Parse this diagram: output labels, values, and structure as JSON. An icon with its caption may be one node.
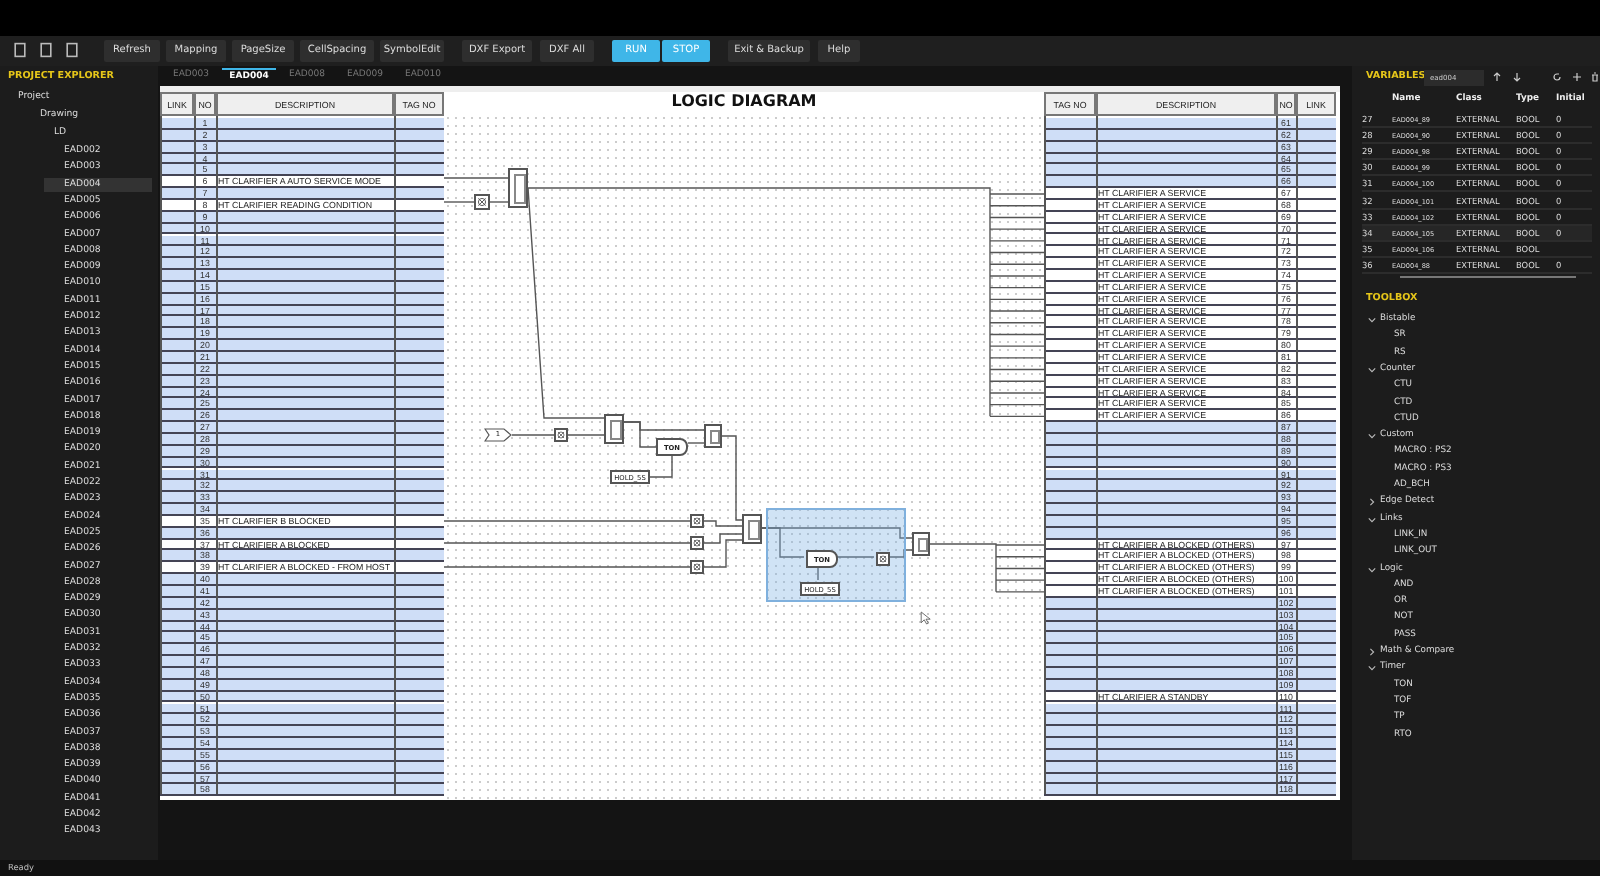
{
  "diagram": {
    "title": "LOGIC DIAGRAM",
    "nodes": [
      {
        "text": [],
        "shape": "box"
      },
      {
        "text": [],
        "shape": "box"
      },
      {
        "text": [
          "1"
        ]
      },
      {
        "text": [],
        "shape": "box"
      },
      {
        "text": [],
        "shape": "box"
      },
      {
        "text": [
          "TON"
        ]
      },
      {
        "text": [
          "HOLD_5S"
        ]
      },
      {
        "text": [],
        "shape": "box"
      },
      {
        "text": [],
        "shape": "box"
      },
      {
        "text": [],
        "shape": "box"
      },
      {
        "text": [],
        "shape": "box"
      },
      {
        "text": [],
        "shape": "box"
      },
      {
        "text": [],
        "shape": "box"
      },
      {
        "text": [
          "TON"
        ],
        "in": 12
      },
      {
        "text": [
          "HOLD_5S"
        ],
        "in": 12
      },
      {
        "text": [],
        "shape": "box",
        "in": 12
      },
      {
        "text": [],
        "shape": "box"
      }
    ],
    "edges": [
      {
        "from": null,
        "to": 0,
        "arrow": "none"
      },
      {
        "from": null,
        "to": 1,
        "arrow": "none"
      },
      {
        "from": 1,
        "to": 0,
        "arrow": "none"
      },
      {
        "from": 0,
        "to": 4,
        "arrow": "none"
      },
      {
        "from": 2,
        "to": 3,
        "arrow": "none"
      },
      {
        "from": 3,
        "to": 4,
        "arrow": "none"
      },
      {
        "from": 4,
        "to": 5,
        "arrow": "none"
      },
      {
        "from": 4,
        "to": 7,
        "arrow": "none"
      },
      {
        "from": 5,
        "to": 7,
        "arrow": "none"
      },
      {
        "from": 6,
        "to": 5,
        "arrow": "none"
      },
      {
        "from": 7,
        "to": 8,
        "arrow": "none"
      },
      {
        "from": null,
        "to": 9,
        "arrow": "none"
      },
      {
        "from": 9,
        "to": 8,
        "arrow": "none"
      },
      {
        "from": null,
        "to": 10,
        "arrow": "none"
      },
      {
        "from": 10,
        "to": 8,
        "arrow": "none"
      },
      {
        "from": null,
        "to": 11,
        "arrow": "none"
      },
      {
        "from": 11,
        "to": 8,
        "arrow": "none"
      },
      {
        "from": 8,
        "to": 16,
        "arrow": "none"
      },
      {
        "from": 8,
        "to": 13,
        "arrow": "none"
      },
      {
        "from": 13,
        "to": 15,
        "arrow": "none"
      },
      {
        "from": 15,
        "to": 16,
        "arrow": "none"
      },
      {
        "from": 14,
        "to": 13,
        "arrow": "none"
      },
      {
        "from": 16,
        "to": null,
        "arrow": "none"
      },
      {
        "from": 0,
        "to": null,
        "arrow": "none"
      }
    ],
    "labels": [
      "Refresh",
      "Mapping",
      "PageSize",
      "CellSpacing",
      "SymbolEdit",
      "DXF Export",
      "DXF All",
      "RUN",
      "STOP",
      "Exit & Backup",
      "Help",
      "PROJECT EXPLORER",
      "EAD003",
      "EAD004",
      "EAD008",
      "EAD009",
      "EAD010",
      "Project",
      "Drawing",
      "LD",
      "EAD002",
      "EAD003",
      "EAD004",
      "EAD005",
      "EAD006",
      "EAD007",
      "EAD008",
      "EAD009",
      "EAD010",
      "EAD011",
      "EAD012",
      "EAD013",
      "EAD014",
      "EAD015",
      "EAD016",
      "EAD017",
      "EAD018",
      "EAD019",
      "EAD020",
      "EAD021",
      "EAD022",
      "EAD023",
      "EAD024",
      "EAD025",
      "EAD026",
      "EAD027",
      "EAD028",
      "EAD029",
      "EAD030",
      "EAD031",
      "EAD032",
      "EAD033",
      "EAD034",
      "EAD035",
      "EAD036",
      "EAD037",
      "EAD038",
      "EAD039",
      "EAD040",
      "EAD041",
      "EAD042",
      "EAD043",
      "LINK",
      "NO",
      "DESCRIPTION",
      "TAG NO",
      "1",
      "2",
      "3",
      "4",
      "5",
      "6",
      "7",
      "8",
      "9",
      "10",
      "11",
      "12",
      "13",
      "14",
      "15",
      "16",
      "17",
      "18",
      "19",
      "20",
      "21",
      "22",
      "23",
      "24",
      "25",
      "26",
      "27",
      "28",
      "29",
      "30",
      "31",
      "32",
      "33",
      "34",
      "35",
      "36",
      "37",
      "38",
      "39",
      "40",
      "41",
      "42",
      "43",
      "44",
      "45",
      "46",
      "47",
      "48",
      "49",
      "50",
      "51",
      "52",
      "53",
      "54",
      "55",
      "56",
      "57",
      "58",
      "HT CLARIFIER A AUTO SERVICE MODE",
      "HT CLARIFIER READING CONDITION",
      "HT CLARIFIER B BLOCKED",
      "HT CLARIFIER A BLOCKED",
      "HT CLARIFIER A BLOCKED - FROM HOST",
      "TAG NO",
      "DESCRIPTION",
      "NO",
      "LINK",
      "61",
      "62",
      "63",
      "64",
      "65",
      "66",
      "67",
      "68",
      "69",
      "70",
      "71",
      "72",
      "73",
      "74",
      "75",
      "76",
      "77",
      "78",
      "79",
      "80",
      "81",
      "82",
      "83",
      "84",
      "85",
      "86",
      "87",
      "88",
      "89",
      "90",
      "91",
      "92",
      "93",
      "94",
      "95",
      "96",
      "97",
      "98",
      "99",
      "100",
      "101",
      "102",
      "103",
      "104",
      "105",
      "106",
      "107",
      "108",
      "109",
      "110",
      "111",
      "112",
      "113",
      "114",
      "115",
      "116",
      "117",
      "118",
      "HT CLARIFIER A SERVICE",
      "HT CLARIFIER A SERVICE",
      "HT CLARIFIER A SERVICE",
      "HT CLARIFIER A SERVICE",
      "HT CLARIFIER A SERVICE",
      "HT CLARIFIER A SERVICE",
      "HT CLARIFIER A SERVICE",
      "HT CLARIFIER A SERVICE",
      "HT CLARIFIER A SERVICE",
      "HT CLARIFIER A SERVICE",
      "HT CLARIFIER A SERVICE",
      "HT CLARIFIER A SERVICE",
      "HT CLARIFIER A SERVICE",
      "HT CLARIFIER A SERVICE",
      "HT CLARIFIER A SERVICE",
      "HT CLARIFIER A SERVICE",
      "HT CLARIFIER A SERVICE",
      "HT CLARIFIER A SERVICE",
      "HT CLARIFIER A SERVICE",
      "HT CLARIFIER A SERVICE",
      "HT CLARIFIER A BLOCKED (OTHERS)",
      "HT CLARIFIER A BLOCKED (OTHERS)",
      "HT CLARIFIER A BLOCKED (OTHERS)",
      "HT CLARIFIER A BLOCKED (OTHERS)",
      "HT CLARIFIER A BLOCKED (OTHERS)",
      "HT CLARIFIER A STANDBY",
      "VARIABLES",
      "ead004",
      "Name",
      "Class",
      "Type",
      "Initial",
      "27",
      "EAD004_89",
      "EXTERNAL",
      "BOOL",
      "0",
      "28",
      "EAD004_90",
      "EXTERNAL",
      "BOOL",
      "0",
      "29",
      "EAD004_98",
      "EXTERNAL",
      "BOOL",
      "0",
      "30",
      "EAD004_99",
      "EXTERNAL",
      "BOOL",
      "0",
      "31",
      "EAD004_100",
      "EXTERNAL",
      "BOOL",
      "0",
      "32",
      "EAD004_101",
      "EXTERNAL",
      "BOOL",
      "0",
      "33",
      "EAD004_102",
      "EXTERNAL",
      "BOOL",
      "0",
      "34",
      "EAD004_105",
      "EXTERNAL",
      "BOOL",
      "0",
      "35",
      "EAD004_106",
      "EXTERNAL",
      "BOOL",
      "36",
      "EAD004_88",
      "EXTERNAL",
      "BOOL",
      "0",
      "TOOLBOX",
      "Bistable",
      "SR",
      "RS",
      "Counter",
      "CTU",
      "CTD",
      "CTUD",
      "Custom",
      "MACRO : PS2",
      "MACRO : PS3",
      "AD_BCH",
      "Edge Detect",
      "Links",
      "LINK_IN",
      "LINK_OUT",
      "Logic",
      "AND",
      "OR",
      "NOT",
      "PASS",
      "Math & Compare",
      "Timer",
      "TON",
      "TOF",
      "TP",
      "RTO",
      "Ready"
    ]
  }
}
